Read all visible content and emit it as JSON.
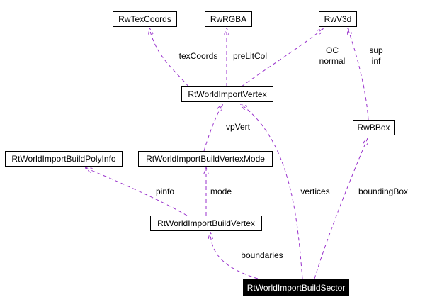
{
  "diagram": {
    "type": "doxygen-collaboration-graph",
    "edge_color": "#9932cc",
    "node_border_color": "#000000",
    "focus_node_background": "#000000",
    "focus_node_text_color": "#ffffff",
    "nodes": {
      "rwTexCoords": {
        "label": "RwTexCoords"
      },
      "rwRgba": {
        "label": "RwRGBA"
      },
      "rwV3d": {
        "label": "RwV3d"
      },
      "rtWorldImportVertex": {
        "label": "RtWorldImportVertex"
      },
      "rwBBox": {
        "label": "RwBBox"
      },
      "rtWorldImportBuildPolyInfo": {
        "label": "RtWorldImportBuildPolyInfo"
      },
      "rtWorldImportBuildVertexMode": {
        "label": "RtWorldImportBuildVertexMode"
      },
      "rtWorldImportBuildVertex": {
        "label": "RtWorldImportBuildVertex"
      },
      "rtWorldImportBuildSector": {
        "label": "RtWorldImportBuildSector"
      }
    },
    "edge_labels": {
      "texCoords": "texCoords",
      "preLitCol": "preLitCol",
      "ocNormal": "OC\nnormal",
      "supInf": "sup\ninf",
      "vpVert": "vpVert",
      "pinfo": "pinfo",
      "mode": "mode",
      "vertices": "vertices",
      "boundingBox": "boundingBox",
      "boundaries": "boundaries"
    }
  }
}
